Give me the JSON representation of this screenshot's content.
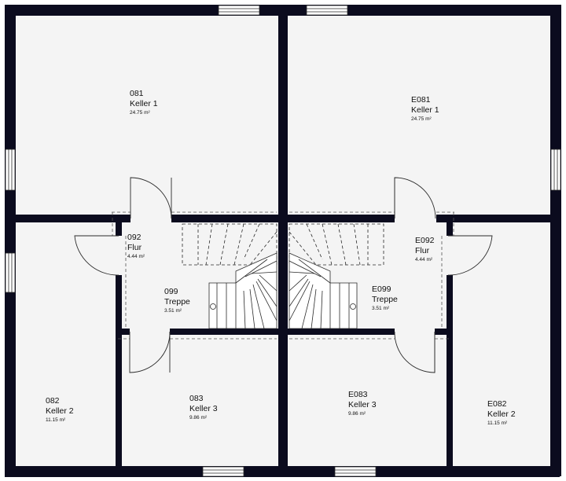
{
  "colors": {
    "wall": "#0b0b1e",
    "floor": "#f4f4f4",
    "line": "#2a2a2a",
    "dash": "#555555"
  },
  "rooms": [
    {
      "id": "081",
      "number": "081",
      "name": "Keller 1",
      "area": "24.75 m²"
    },
    {
      "id": "E081",
      "number": "E081",
      "name": "Keller 1",
      "area": "24.75 m²"
    },
    {
      "id": "092",
      "number": "092",
      "name": "Flur",
      "area": "4.44 m²"
    },
    {
      "id": "E092",
      "number": "E092",
      "name": "Flur",
      "area": "4.44 m²"
    },
    {
      "id": "099",
      "number": "099",
      "name": "Treppe",
      "area": "3.51 m²"
    },
    {
      "id": "E099",
      "number": "E099",
      "name": "Treppe",
      "area": "3.51 m²"
    },
    {
      "id": "082",
      "number": "082",
      "name": "Keller 2",
      "area": "11.15 m²"
    },
    {
      "id": "083",
      "number": "083",
      "name": "Keller 3",
      "area": "9.86 m²"
    },
    {
      "id": "E083",
      "number": "E083",
      "name": "Keller 3",
      "area": "9.86 m²"
    },
    {
      "id": "E082",
      "number": "E082",
      "name": "Keller 2",
      "area": "11.15 m²"
    }
  ],
  "icons": [
    "window-icon",
    "door-swing-icon",
    "staircase-icon"
  ]
}
